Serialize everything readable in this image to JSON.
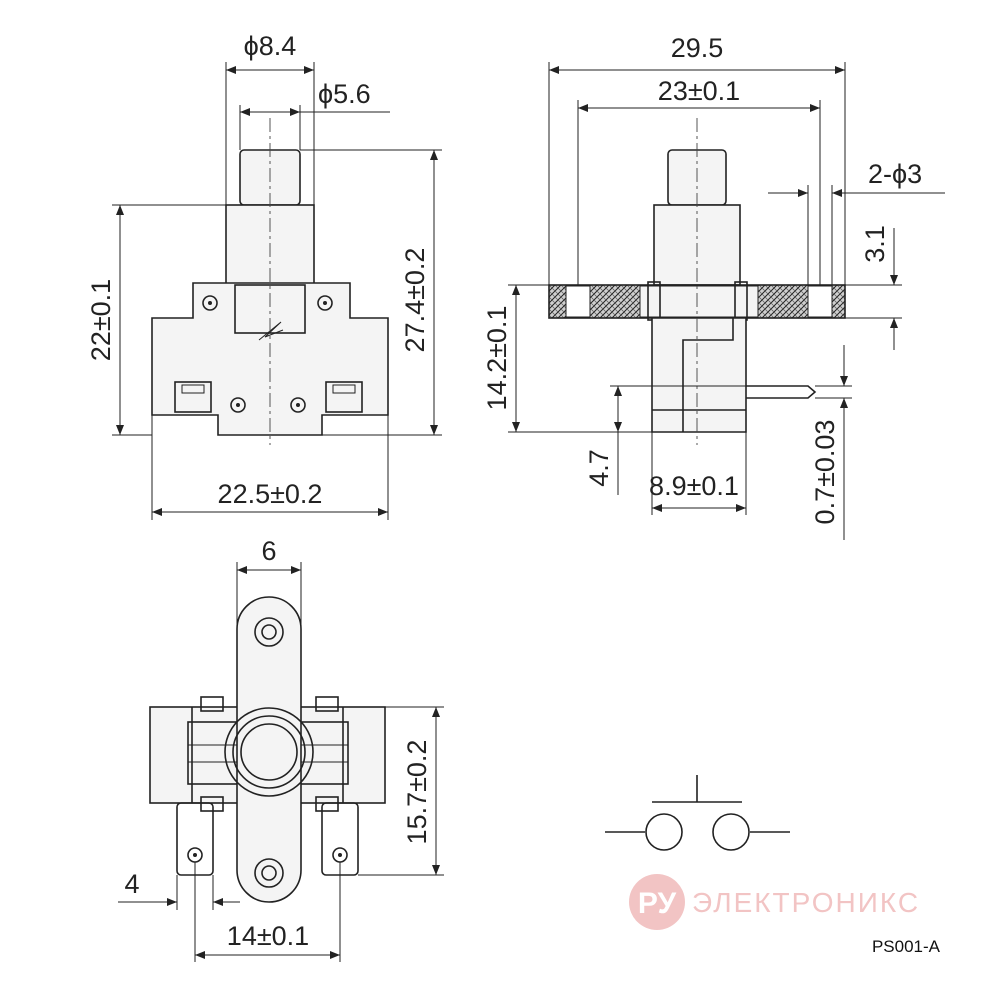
{
  "dimensions": {
    "top_width_phi84": "ϕ8.4",
    "top_width_phi56": "ϕ5.6",
    "height_22": "22±0.1",
    "height_274": "27.4±0.2",
    "width_225": "22.5±0.2",
    "width_295": "29.5",
    "width_23": "23±0.1",
    "holes_2phi3": "2-ϕ3",
    "flange_31": "3.1",
    "height_142": "14.2±0.1",
    "offset_47": "4.7",
    "width_89": "8.9±0.1",
    "thickness_07": "0.7±0.03",
    "width_6": "6",
    "height_157": "15.7±0.2",
    "terminal_4": "4",
    "spacing_14": "14±0.1"
  },
  "watermark": {
    "logo": "РУ",
    "name": "ЭЛЕКТРОНИКС"
  },
  "part_number": "PS001-A"
}
